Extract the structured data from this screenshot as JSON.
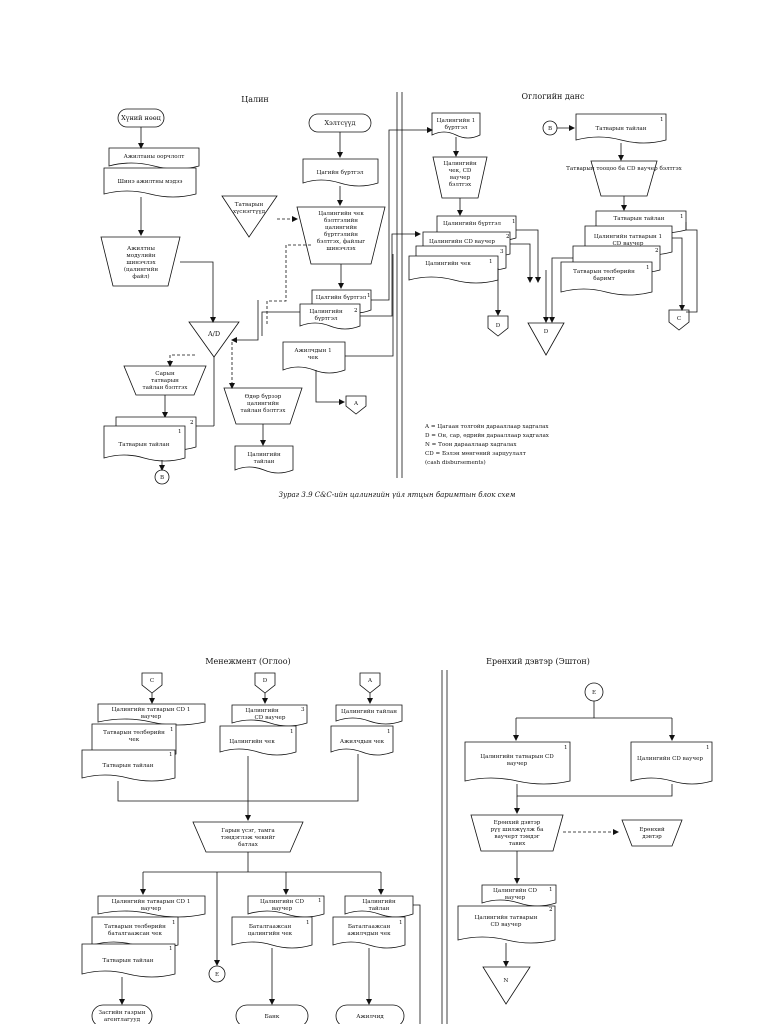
{
  "top": {
    "header_left": "Цалин",
    "header_right": "Оглогийн данс",
    "caption": "Зураг 3.9 C&C-ийн цалингийн үйл ятцын баримтын блок схем",
    "left": {
      "hr_dept": "Хүний нөөц",
      "emp_order": "Ажилтаны оорчлолт",
      "new_emp": "Шинэ ажилтны мэдээ",
      "emp_module": "Ажилтны модулийн шинэчлэх (цалингийн файл)",
      "departments": "Хэлтсүүд",
      "time_register": "Цагийн бүртгэл",
      "tax_table": "Татварын хүснэгтүүд",
      "payroll_process": "Цалингийн чек бэлтгэлийн цалингийн бүртгэлийн бэлтгэх, файлыг шинэчлэх",
      "payroll_register": "Цалгийн бүртгэл",
      "payroll_register2": "Цалингийн бүртгэл",
      "employee_check": "Ажилчдын чек",
      "ad": "A/D",
      "monthly_tax": "Сарын татварын тайлан бэлтгэх",
      "tax_report": "Татварын тайлан",
      "daily_report": "Өдөр бүрээр цалингийн тайлан бэлтгэх",
      "payroll_report": "Цалингийн тайлан",
      "conn_b": "B",
      "conn_a": "A",
      "n1": "1",
      "n2": "2"
    },
    "right": {
      "reg1": "Цалингийн бүртгэл",
      "check_voucher": "Цалингийн чек, CD ваучер бэлтгэх",
      "reg_a": "Цалингийн бүртгэл",
      "cd_voucher": "Цалингийн CD ваучер",
      "check": "Цалингийн чек",
      "conn_b": "B",
      "tax_report": "Татварын тайлан",
      "tax_cd": "Татварын тооцоо ба CD ваучер бэлтгэх",
      "tax_report2": "Татварын тайлан",
      "tax_cd_voucher": "Цалингийн татварын CD ваучер",
      "tax_doc": "Татварын төлбөрийн баримт",
      "conn_d": "D",
      "conn_c": "C",
      "n1": "1",
      "n2": "2",
      "n3": "3"
    },
    "legend": [
      "A  = Цагаан толгойн дарааллаар хадгалах",
      "D  = Он, сар, өдрийн дарааллаар хадгалах",
      "N  = Тоон дарааллаар хадгалах",
      "CD = Бэлэн мөнгөний зарцуулалт",
      "       (cash disbursements)"
    ]
  },
  "bottom": {
    "header_left": "Менежмент (Оглоо)",
    "header_right": "Ерөнхий дэвтэр (Эштон)",
    "left": {
      "conn_c": "C",
      "conn_d": "D",
      "conn_a": "A",
      "tax_cd": "Цалингийн татварын CD ваучер",
      "tax_payment_check": "Татварын төлбөрийн чек",
      "tax_report": "Татварын тайлан",
      "cd_voucher": "Цалингийн CD ваучер",
      "check": "Цалингийн чек",
      "payroll_report": "Цалингийн тайлан",
      "employee_check": "Ажилчдын чек",
      "sign_process": "Гарын үсэг, тамга тэмдэглэж чекийг батлах",
      "tax_cd2": "Цалингийн татварын CD ваучер",
      "approved_tax_check": "Татварын төлбөрийн баталгаажсан чек",
      "tax_report2": "Татварын тайлан",
      "cd_voucher2": "Цалингийн CD ваучер",
      "approved_check": "Баталгаажсан цалингийн чек",
      "payroll_report2": "Цалингийн тайлан",
      "approved_emp_check": "Баталгаажсан ажилчдын чек",
      "conn_e": "E",
      "tax_agency": "Засгийн газрын агентлагууд",
      "bank": "Банк",
      "employees": "Ажилчид",
      "n1": "1",
      "n2": "2",
      "n3": "3"
    },
    "right": {
      "conn_e": "E",
      "tax_cd": "Цалингийн татварын CD ваучер",
      "cd_voucher": "Цалингийн CD ваучер",
      "gl_process": "Ерөнхий дэвтэр рүү шилжүүлж ба ваучерт тэмдэг тавих",
      "gl": "Ерөнхий дэвтэр",
      "cd_voucher2": "Цалингийн CD ваучер",
      "tax_cd2": "Цалингийн татварын CD ваучер",
      "conn_n": "N",
      "n1": "1",
      "n2": "2"
    }
  }
}
